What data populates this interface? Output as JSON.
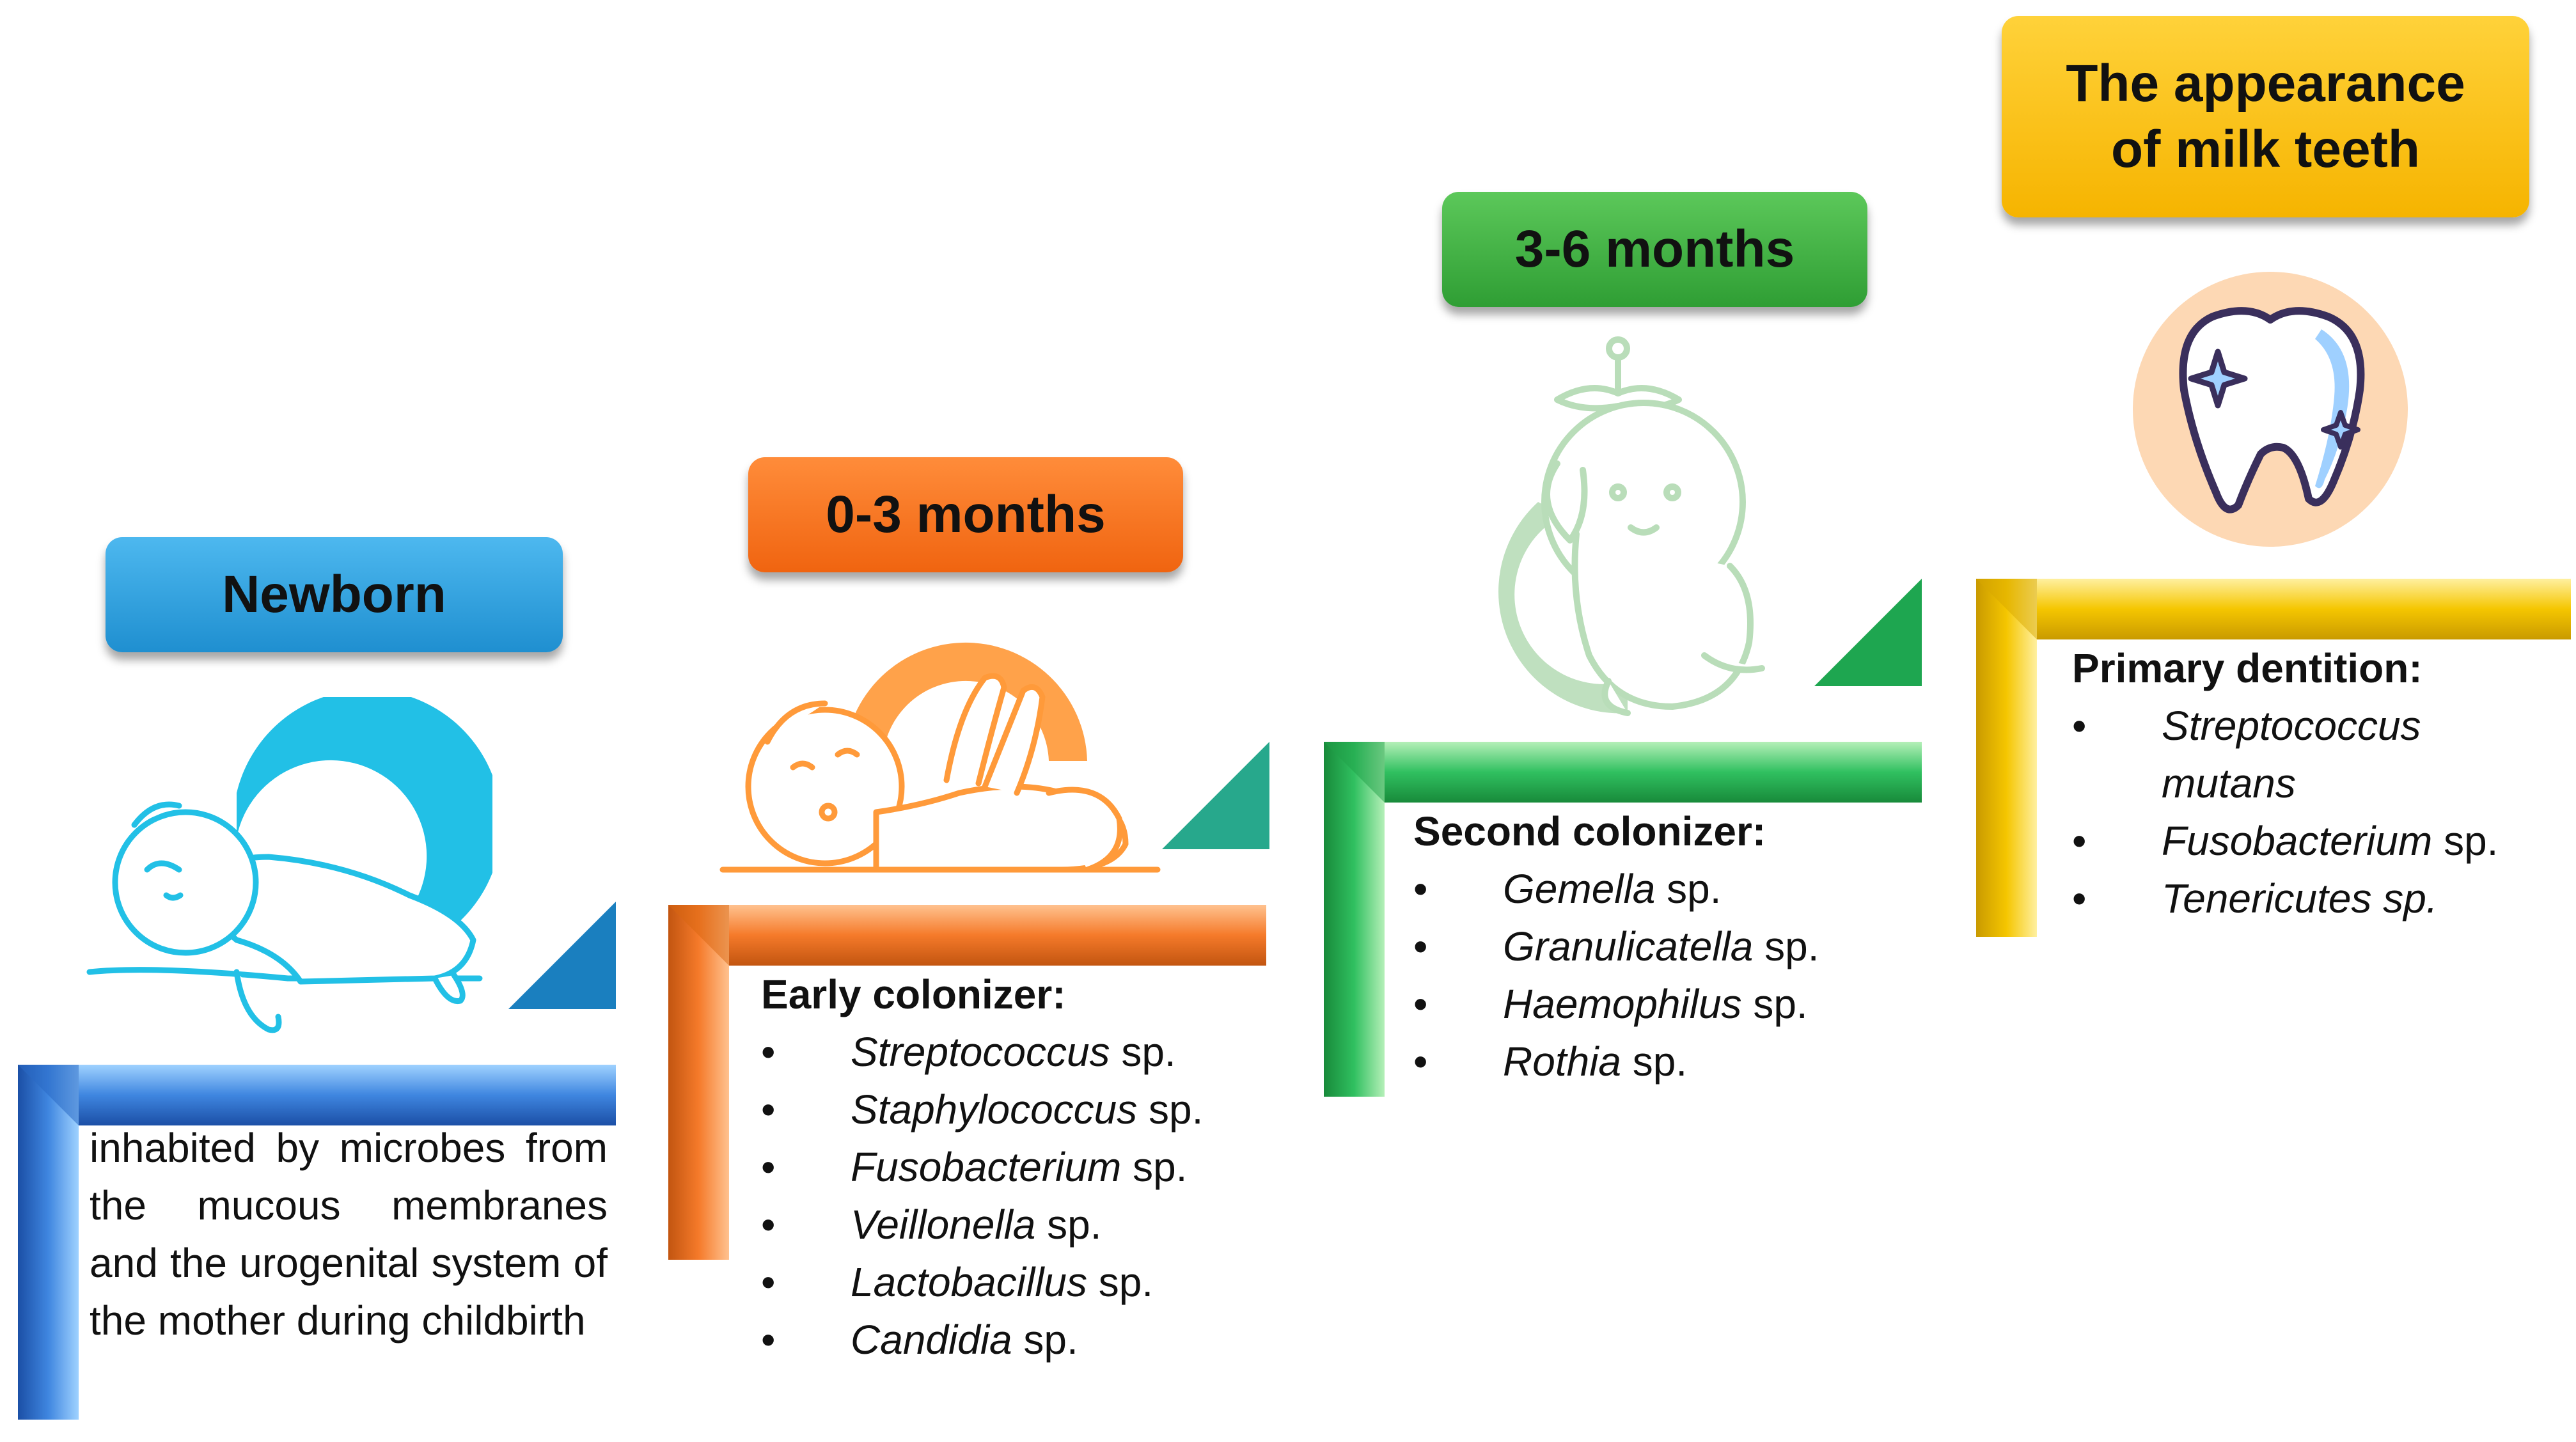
{
  "stages": [
    {
      "header": "Newborn",
      "color": "#1f8fd0",
      "description": "inhabited by microbes from the mucous membranes and the urogenital system of the mother during childbirth",
      "illustration": "sleeping-baby-icon"
    },
    {
      "header": "0-3 months",
      "color": "#f06410",
      "title": "Early colonizer:",
      "items": [
        {
          "genus": "Streptococcus",
          "suffix": " sp."
        },
        {
          "genus": "Staphylococcus",
          "suffix": " sp."
        },
        {
          "genus": "Fusobacterium",
          "suffix": " sp."
        },
        {
          "genus": "Veillonella",
          "suffix": " sp."
        },
        {
          "genus": "Lactobacillus",
          "suffix": " sp."
        },
        {
          "genus": "Candidia",
          "suffix": " sp."
        }
      ],
      "illustration": "baby-lying-icon"
    },
    {
      "header": "3-6 months",
      "color": "#2f9e34",
      "title": "Second colonizer:",
      "items": [
        {
          "genus": "Gemella",
          "suffix": " sp."
        },
        {
          "genus": "Granulicatella",
          "suffix": " sp."
        },
        {
          "genus": "Haemophilus",
          "suffix": " sp."
        },
        {
          "genus": "Rothia",
          "suffix": " sp."
        }
      ],
      "illustration": "crawling-baby-icon"
    },
    {
      "header_line1": "The appearance",
      "header_line2": "of milk teeth",
      "color": "#f6b400",
      "title": "Primary dentition:",
      "items": [
        {
          "genus": "Streptococcus",
          "genus_line2": "mutans",
          "suffix": ""
        },
        {
          "genus": "Fusobacterium",
          "suffix": " sp."
        },
        {
          "genus": "Tenericutes sp.",
          "suffix": ""
        }
      ],
      "illustration": "tooth-icon"
    }
  ],
  "bullet": "•"
}
